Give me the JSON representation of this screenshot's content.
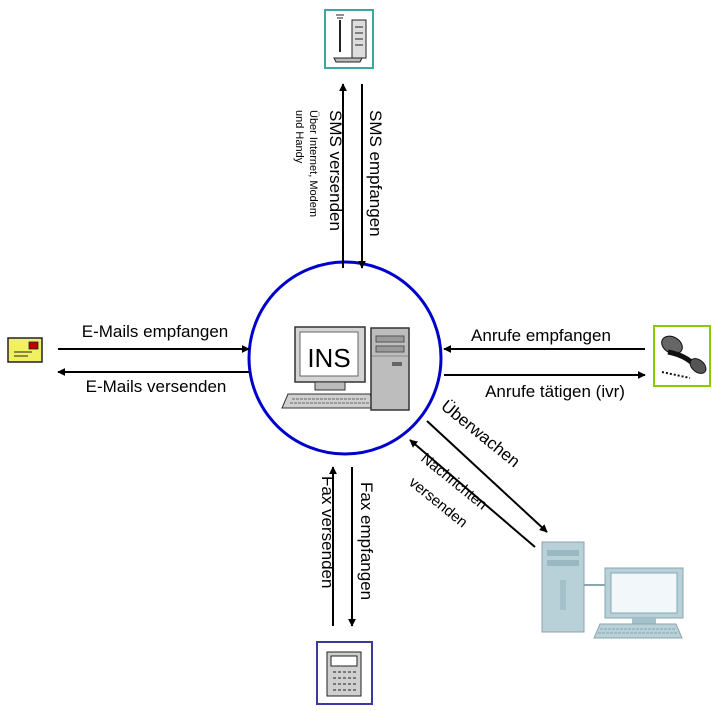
{
  "hub": {
    "label": "INS",
    "ring_color": "#0000cc"
  },
  "sms": {
    "send_label": "SMS versenden",
    "send_note_lines": [
      "Über Internet, Modem",
      "und Handy"
    ],
    "receive_label": "SMS empfangen"
  },
  "email": {
    "receive_label": "E-Mails empfangen",
    "send_label": "E-Mails versenden"
  },
  "calls": {
    "receive_label": "Anrufe empfangen",
    "place_label": "Anrufe tätigen (ivr)"
  },
  "fax": {
    "send_label": "Fax versenden",
    "receive_label": "Fax empfangen"
  },
  "monitoring": {
    "monitor_label": "Überwachen",
    "messages_lines": [
      "Nachrichten",
      "versenden"
    ]
  },
  "icons": {
    "phone_box": "cordless-phone-icon",
    "email": "email-envelope-icon",
    "telephone": "telephone-handset-icon",
    "fax": "fax-machine-icon",
    "client_pc": "workstation-icon",
    "hub_pc": "server-workstation-icon"
  },
  "colors": {
    "phone_frame": "#3aa7a0",
    "telephone_frame": "#88cc00",
    "fax_frame": "#3a3aa0",
    "email_fill": "#f0f060",
    "client_pc": "#b8d0d8"
  }
}
